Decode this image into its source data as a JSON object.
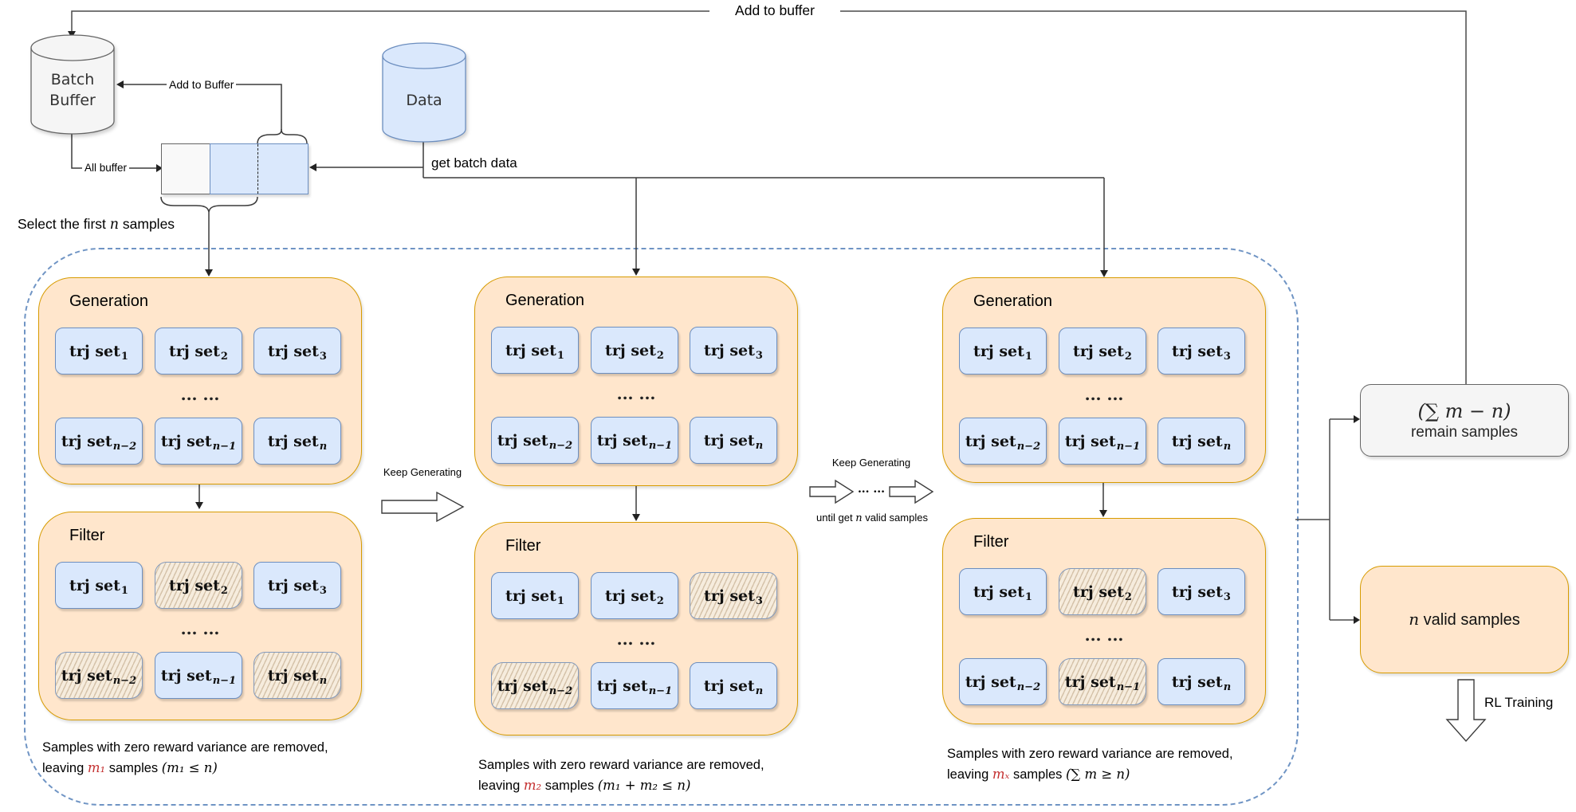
{
  "colors": {
    "orange_fill": "#ffe6cc",
    "orange_border": "#d79b00",
    "blue_fill": "#dae8fc",
    "blue_border": "#6c8ebf",
    "gray_fill": "#f5f5f5",
    "gray_border": "#666666",
    "dashed_container": "#6f94c4",
    "hatch_border": "#8299bb",
    "hatch_fill": "#f6ecdd",
    "red_accent": "#c43131",
    "line": "#3b3b3b"
  },
  "top": {
    "loop_label": "Add to buffer",
    "batch_buffer_line1": "Batch",
    "batch_buffer_line2": "Buffer",
    "add_to_buffer_label": "Add to Buffer",
    "all_buffer_label": "All buffer",
    "data_label": "Data",
    "get_batch_label": "get batch data",
    "select_prefix": "Select the first ",
    "select_var": "n",
    "select_suffix": " samples"
  },
  "stages": [
    {
      "generation_title": "Generation",
      "gen_row1": [
        {
          "base": "trj set",
          "sub": "1"
        },
        {
          "base": "trj set",
          "sub": "2"
        },
        {
          "base": "trj set",
          "sub": "3"
        }
      ],
      "gen_ellipsis": "... ...",
      "gen_row2": [
        {
          "base": "trj set",
          "sub": "n−2"
        },
        {
          "base": "trj set",
          "sub": "n−1"
        },
        {
          "base": "trj set",
          "sub": "n"
        }
      ],
      "filter_title": "Filter",
      "filter_row1": [
        {
          "base": "trj set",
          "sub": "1",
          "hatched": false
        },
        {
          "base": "trj set",
          "sub": "2",
          "hatched": true
        },
        {
          "base": "trj set",
          "sub": "3",
          "hatched": false
        }
      ],
      "filter_ellipsis": "... ...",
      "filter_row2": [
        {
          "base": "trj set",
          "sub": "n−2",
          "hatched": true
        },
        {
          "base": "trj set",
          "sub": "n−1",
          "hatched": false
        },
        {
          "base": "trj set",
          "sub": "n",
          "hatched": true
        }
      ],
      "caption_line1": "Samples with zero reward variance are removed,",
      "caption_leaving": "leaving ",
      "caption_m": "m₁",
      "caption_mid": " samples ",
      "caption_cond": "(m₁ ≤ n)"
    },
    {
      "generation_title": "Generation",
      "gen_row1": [
        {
          "base": "trj set",
          "sub": "1"
        },
        {
          "base": "trj set",
          "sub": "2"
        },
        {
          "base": "trj set",
          "sub": "3"
        }
      ],
      "gen_ellipsis": "... ...",
      "gen_row2": [
        {
          "base": "trj set",
          "sub": "n−2"
        },
        {
          "base": "trj set",
          "sub": "n−1"
        },
        {
          "base": "trj set",
          "sub": "n"
        }
      ],
      "filter_title": "Filter",
      "filter_row1": [
        {
          "base": "trj set",
          "sub": "1",
          "hatched": false
        },
        {
          "base": "trj set",
          "sub": "2",
          "hatched": false
        },
        {
          "base": "trj set",
          "sub": "3",
          "hatched": true
        }
      ],
      "filter_ellipsis": "... ...",
      "filter_row2": [
        {
          "base": "trj set",
          "sub": "n−2",
          "hatched": true
        },
        {
          "base": "trj set",
          "sub": "n−1",
          "hatched": false
        },
        {
          "base": "trj set",
          "sub": "n",
          "hatched": false
        }
      ],
      "caption_line1": "Samples with zero reward variance are removed,",
      "caption_leaving": "leaving ",
      "caption_m": "m₂",
      "caption_mid": " samples ",
      "caption_cond": "(m₁ + m₂ ≤ n)"
    },
    {
      "generation_title": "Generation",
      "gen_row1": [
        {
          "base": "trj set",
          "sub": "1"
        },
        {
          "base": "trj set",
          "sub": "2"
        },
        {
          "base": "trj set",
          "sub": "3"
        }
      ],
      "gen_ellipsis": "... ...",
      "gen_row2": [
        {
          "base": "trj set",
          "sub": "n−2"
        },
        {
          "base": "trj set",
          "sub": "n−1"
        },
        {
          "base": "trj set",
          "sub": "n"
        }
      ],
      "filter_title": "Filter",
      "filter_row1": [
        {
          "base": "trj set",
          "sub": "1",
          "hatched": false
        },
        {
          "base": "trj set",
          "sub": "2",
          "hatched": true
        },
        {
          "base": "trj set",
          "sub": "3",
          "hatched": false
        }
      ],
      "filter_ellipsis": "... ...",
      "filter_row2": [
        {
          "base": "trj set",
          "sub": "n−2",
          "hatched": false
        },
        {
          "base": "trj set",
          "sub": "n−1",
          "hatched": true
        },
        {
          "base": "trj set",
          "sub": "n",
          "hatched": false
        }
      ],
      "caption_line1": "Samples with zero reward variance are removed,",
      "caption_leaving": "leaving ",
      "caption_m": "mₓ",
      "caption_mid": " samples ",
      "caption_cond": "(∑ m ≥ n)"
    }
  ],
  "transitions": {
    "keep_generating_1": "Keep Generating",
    "keep_generating_2": "Keep Generating",
    "dots": "... ...",
    "until_prefix": "until get ",
    "until_var": "n",
    "until_suffix": " valid samples"
  },
  "right": {
    "remain_formula": "(∑ m − n)",
    "remain_label": "remain samples",
    "valid_var": "n",
    "valid_label": " valid samples",
    "rl_label": "RL Training"
  }
}
